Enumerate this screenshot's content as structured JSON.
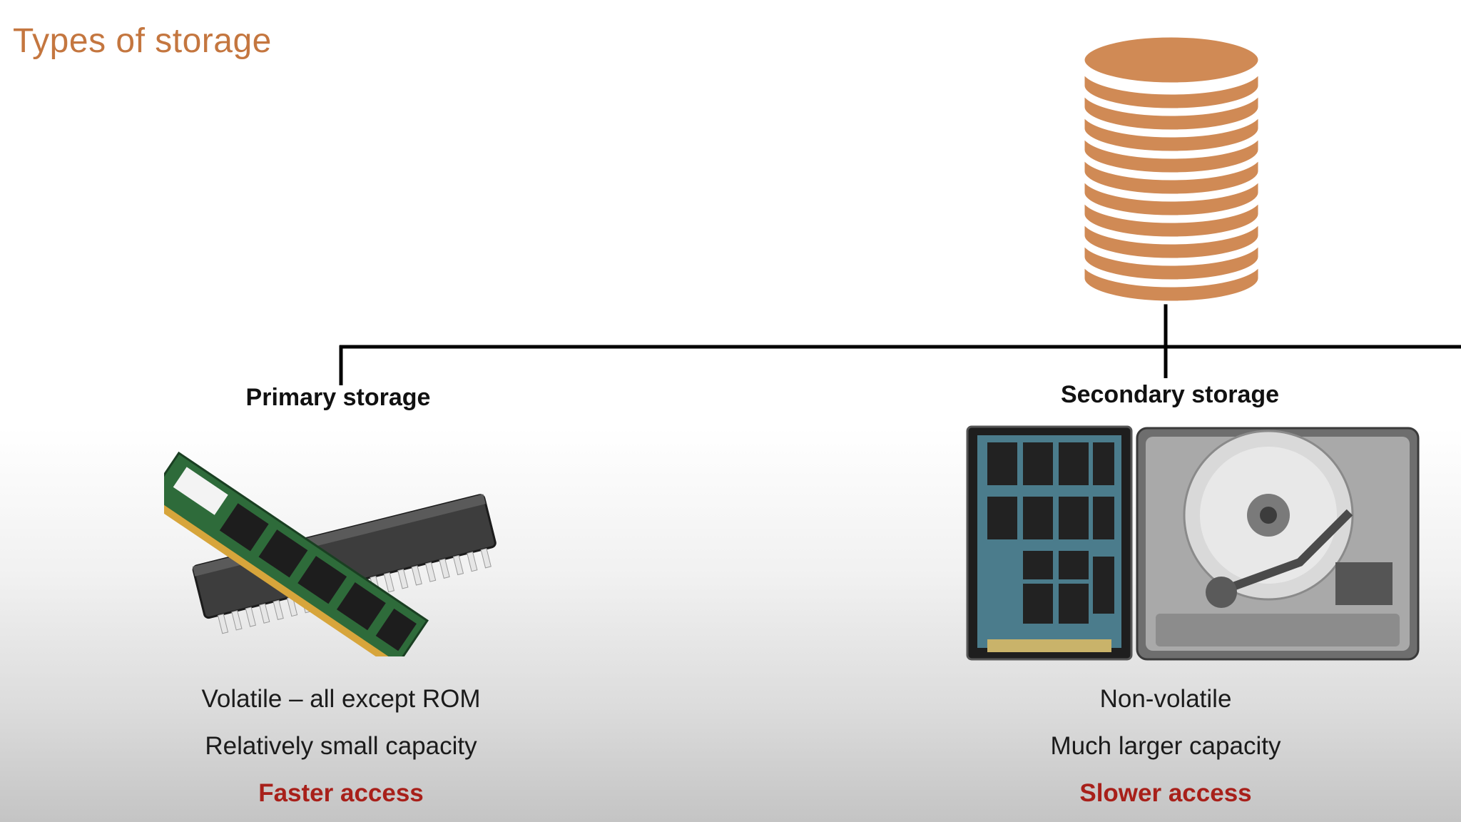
{
  "slide": {
    "title": "Types of storage"
  },
  "primary": {
    "heading": "Primary storage",
    "points": [
      "Volatile – all except ROM",
      "Relatively small capacity"
    ],
    "speed": "Faster access"
  },
  "secondary": {
    "heading": "Secondary storage",
    "points": [
      "Non-volatile",
      "Much larger capacity"
    ],
    "speed": "Slower access"
  },
  "icons": [
    "database-icon",
    "ram-module-image",
    "ssd-image",
    "hard-disk-image"
  ],
  "colors": {
    "title": "#c4763f",
    "accent": "#a8201a",
    "database": "#d08a55",
    "connector": "#000000"
  }
}
